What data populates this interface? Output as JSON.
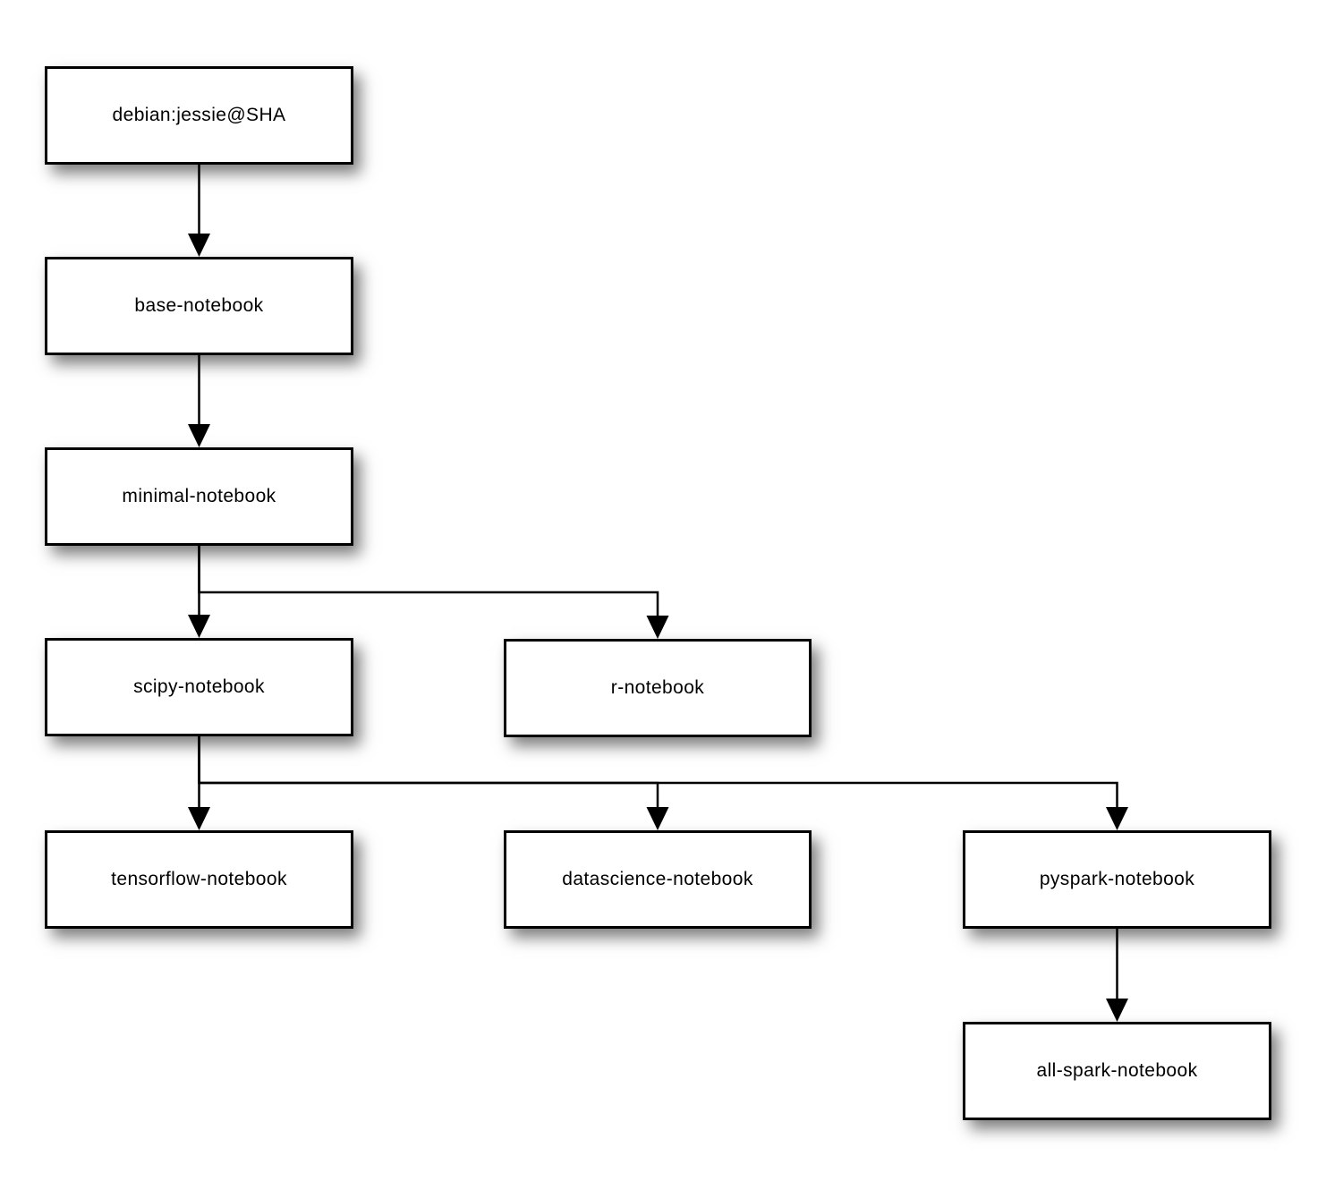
{
  "diagram": {
    "nodes": [
      {
        "id": "debian",
        "label": "debian:jessie@SHA"
      },
      {
        "id": "base",
        "label": "base-notebook"
      },
      {
        "id": "minimal",
        "label": "minimal-notebook"
      },
      {
        "id": "scipy",
        "label": "scipy-notebook"
      },
      {
        "id": "r",
        "label": "r-notebook"
      },
      {
        "id": "tensorflow",
        "label": "tensorflow-notebook"
      },
      {
        "id": "datascience",
        "label": "datascience-notebook"
      },
      {
        "id": "pyspark",
        "label": "pyspark-notebook"
      },
      {
        "id": "allspark",
        "label": "all-spark-notebook"
      }
    ],
    "edges": [
      {
        "from": "debian",
        "to": "base"
      },
      {
        "from": "base",
        "to": "minimal"
      },
      {
        "from": "minimal",
        "to": "scipy"
      },
      {
        "from": "minimal",
        "to": "r"
      },
      {
        "from": "scipy",
        "to": "tensorflow"
      },
      {
        "from": "scipy",
        "to": "datascience"
      },
      {
        "from": "scipy",
        "to": "pyspark"
      },
      {
        "from": "pyspark",
        "to": "allspark"
      }
    ],
    "colors": {
      "page_bg": "#ffffff",
      "box_bg": "#ffffff",
      "box_border": "#000000",
      "connector": "#000000"
    }
  }
}
